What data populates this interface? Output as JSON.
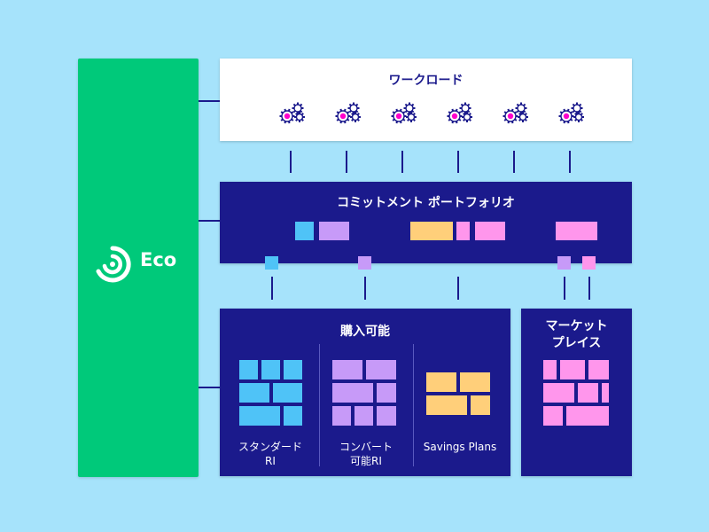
{
  "eco": {
    "name": "Eco"
  },
  "workload": {
    "title": "ワークロード",
    "gear_icons": [
      "gears-icon",
      "gears-icon",
      "gears-icon",
      "gears-icon",
      "gears-icon",
      "gears-icon"
    ]
  },
  "portfolio": {
    "title": "コミットメント ポートフォリオ"
  },
  "purchasable": {
    "title": "購入可能",
    "columns": [
      {
        "label": "スタンダード\nRI",
        "color": "#4fc3f7"
      },
      {
        "label": "コンバート\n可能RI",
        "color": "#c79af8"
      },
      {
        "label": "Savings Plans",
        "color": "#ffcf7a"
      }
    ]
  },
  "marketplace": {
    "title": "マーケット\nプレイス",
    "color": "#ff96ec"
  },
  "colors": {
    "background": "#a6e3fb",
    "eco_green": "#00c97a",
    "navy": "#1b1a8c",
    "blue": "#4fc3f7",
    "purple": "#c79af8",
    "orange": "#ffcf7a",
    "pink": "#ff96ec",
    "gear_dot": "#ff00cc"
  }
}
